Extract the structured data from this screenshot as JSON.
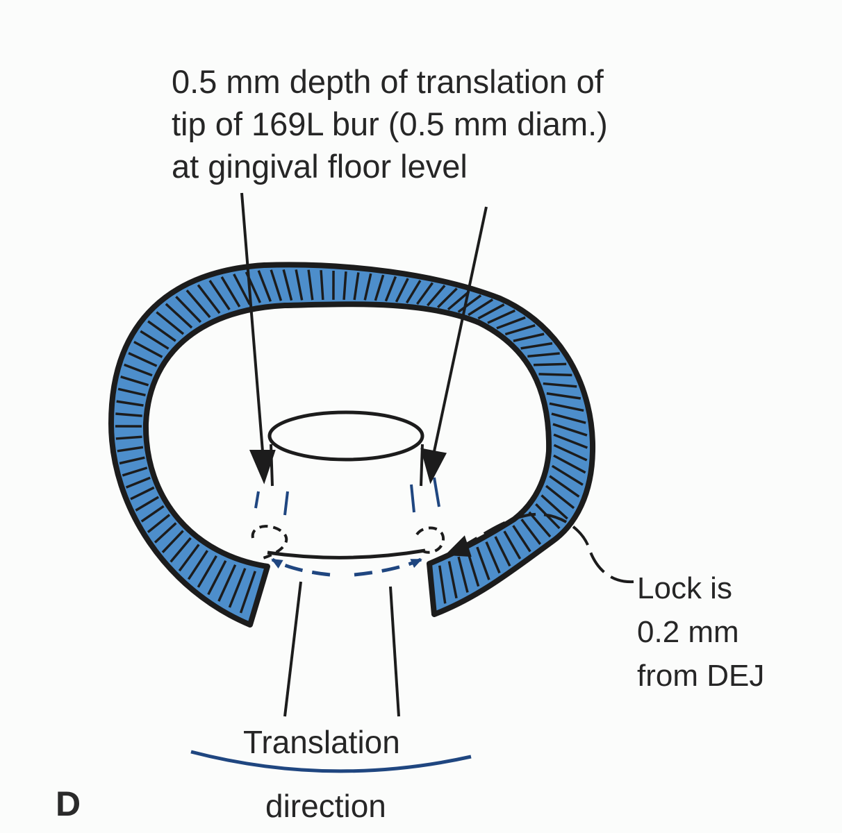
{
  "panel_label": "D",
  "annotations": {
    "depth_note": [
      "0.5 mm depth of translation of",
      "tip of 169L bur (0.5 mm diam.)",
      "at gingival floor level"
    ],
    "lock_note": [
      "Lock is",
      "0.2 mm",
      "from DEJ"
    ],
    "translation_label": "Translation",
    "direction_label": "direction"
  },
  "colors": {
    "enamel_fill": "#4d8ecb",
    "outline": "#1c1c1c",
    "accent_blue": "#1f4680",
    "background": "#fbfcfb"
  }
}
